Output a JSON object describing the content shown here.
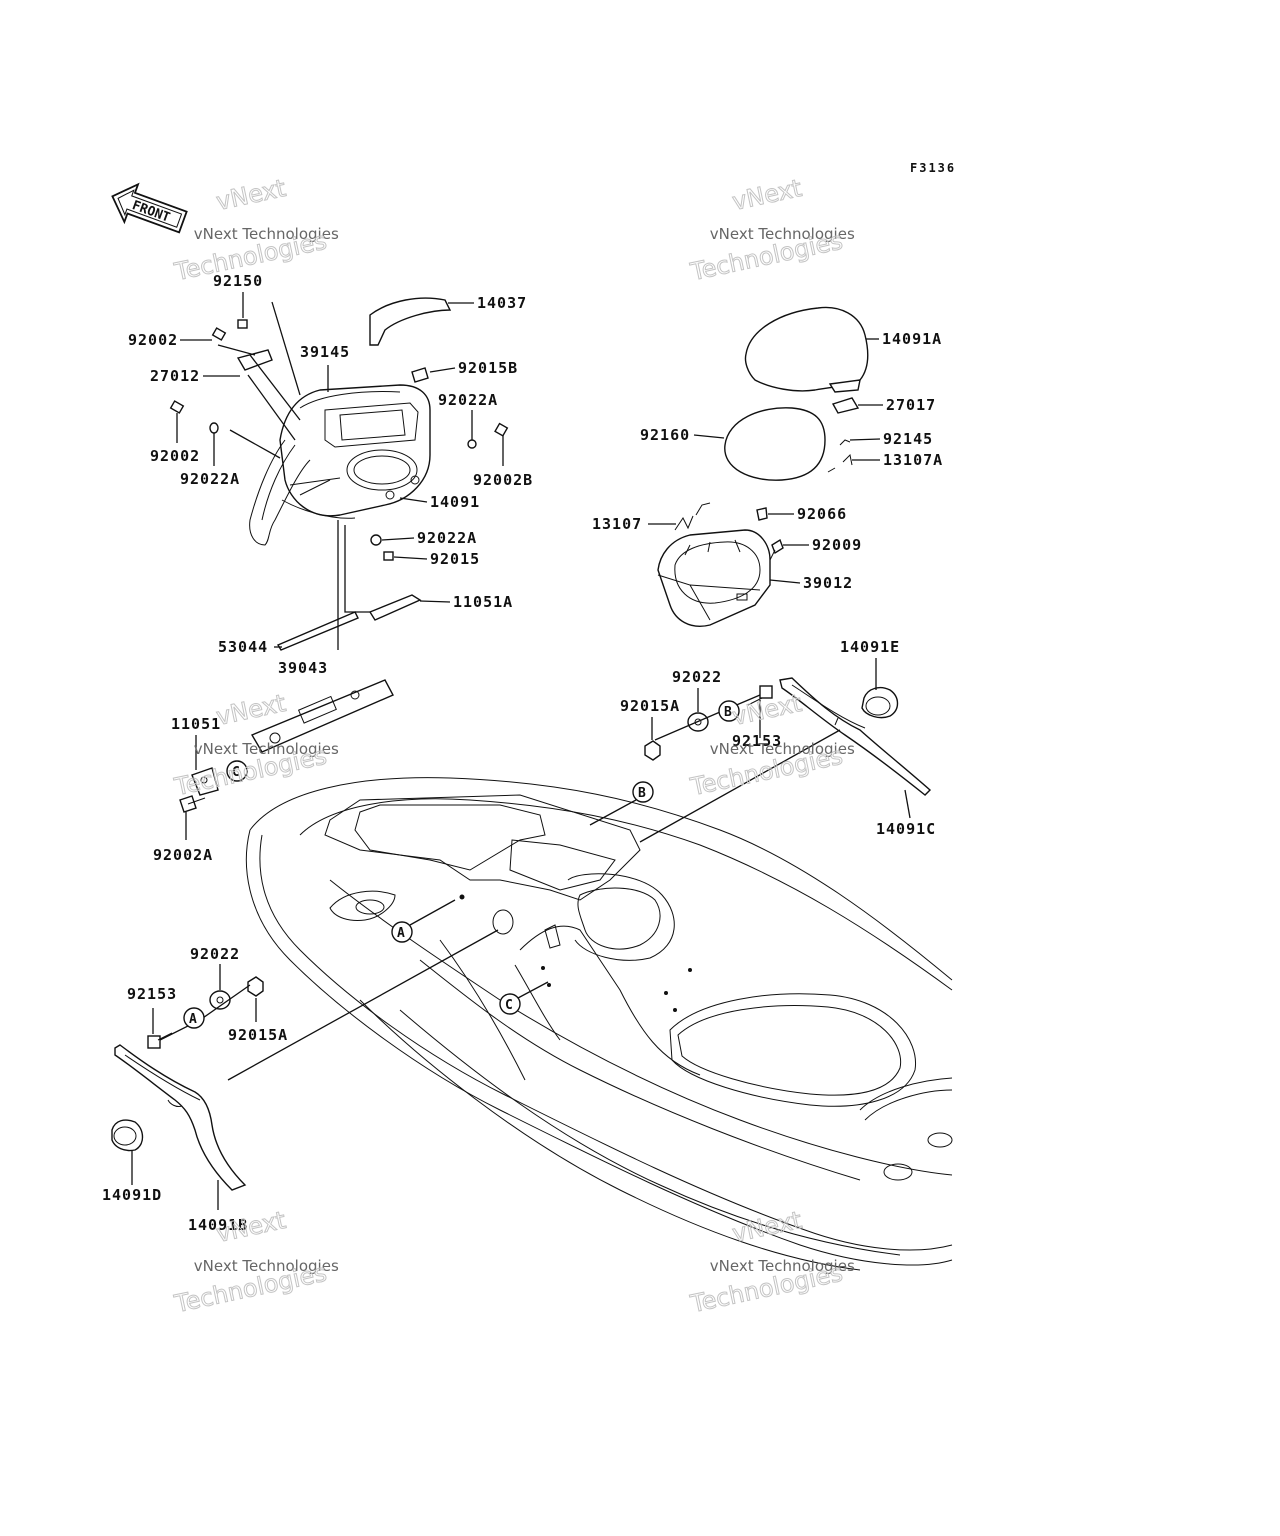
{
  "figure_code": "F3136",
  "front_label": "FRONT",
  "watermark": {
    "line1": "vNext",
    "line2": "vNext Technologies",
    "line3": "Technologies"
  },
  "parts": {
    "p92150": "92150",
    "p14037": "14037",
    "p92002_top": "92002",
    "p39145": "39145",
    "p27012": "27012",
    "p92015B": "92015B",
    "p92022A_r": "92022A",
    "p92002_l": "92002",
    "p92002B": "92002B",
    "p92022A_l": "92022A",
    "p14091": "14091",
    "p92022A_b": "92022A",
    "p92015": "92015",
    "p11051A": "11051A",
    "p53044": "53044",
    "p39043": "39043",
    "p11051": "11051",
    "p92002A": "92002A",
    "p14091A": "14091A",
    "p27017": "27017",
    "p92160": "92160",
    "p92145": "92145",
    "p13107A": "13107A",
    "p13107": "13107",
    "p92066": "92066",
    "p92009": "92009",
    "p39012": "39012",
    "p14091E": "14091E",
    "p92022_r": "92022",
    "p92015A_r": "92015A",
    "p92153_r": "92153",
    "p14091C": "14091C",
    "p92022_l": "92022",
    "p92153_l": "92153",
    "p92015A_l": "92015A",
    "p14091D": "14091D",
    "p14091B": "14091B"
  },
  "callouts": {
    "a": "A",
    "b": "B",
    "c": "C"
  }
}
